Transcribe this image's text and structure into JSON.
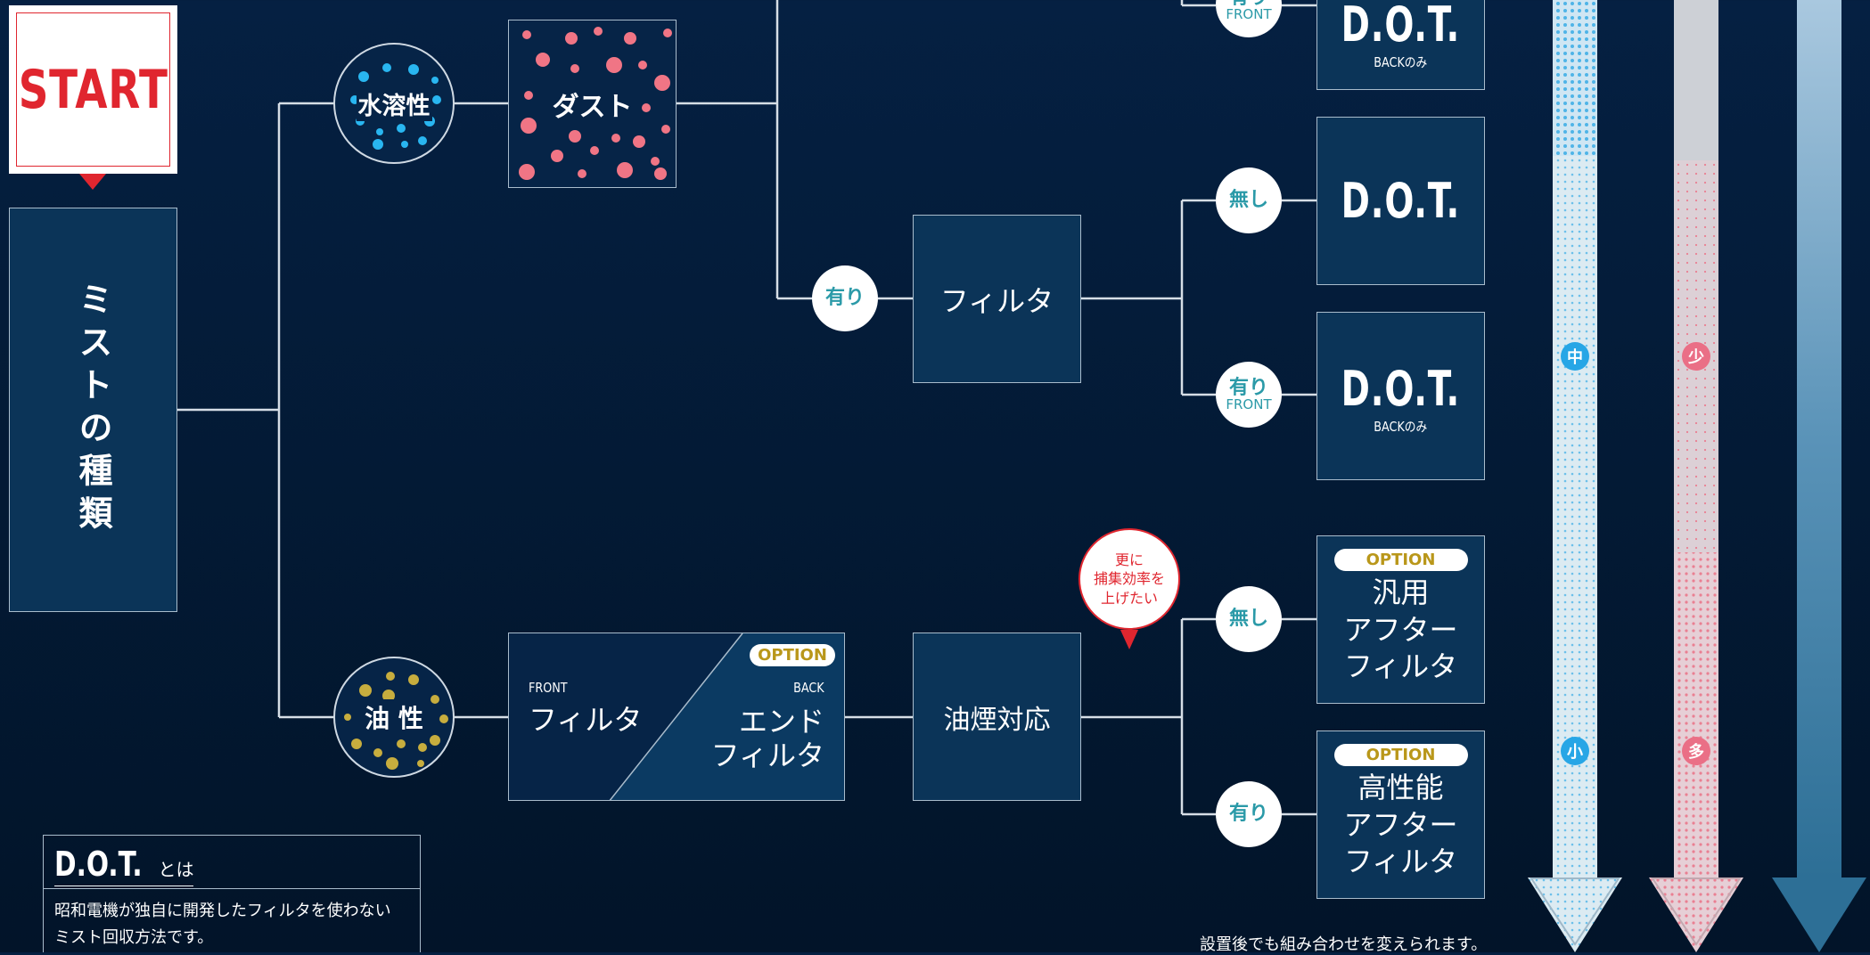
{
  "start": {
    "label": "START"
  },
  "mist_type": {
    "label": "ミストの種類"
  },
  "water": {
    "label": "水溶性"
  },
  "oil": {
    "label": "油 性"
  },
  "dust": {
    "label": "ダスト"
  },
  "nodes": {
    "top_ari_front": {
      "label": "有り",
      "sub": "FRONT"
    },
    "ari_dust": {
      "label": "有り"
    },
    "nashi_mid": {
      "label": "無し"
    },
    "ari_front_mid": {
      "label": "有り",
      "sub": "FRONT"
    },
    "nashi_low": {
      "label": "無し"
    },
    "ari_low": {
      "label": "有り"
    }
  },
  "filter_box": {
    "label": "フィルタ"
  },
  "dot_boxes": {
    "top": {
      "title": "D.O.T.",
      "sub": "BACKのみ"
    },
    "mid": {
      "title": "D.O.T."
    },
    "mid2": {
      "title": "D.O.T.",
      "sub": "BACKのみ"
    }
  },
  "oil_filter": {
    "front_tag": "FRONT",
    "front_label": "フィルタ",
    "option": "OPTION",
    "back_tag": "BACK",
    "back_label_1": "エンド",
    "back_label_2": "フィルタ"
  },
  "smoke": {
    "label": "油煙対応"
  },
  "callout": {
    "line1": "更に",
    "line2": "捕集効率を",
    "line3": "上げたい"
  },
  "after_general": {
    "option": "OPTION",
    "l1": "汎用",
    "l2": "アフター",
    "l3": "フィルタ"
  },
  "after_high": {
    "option": "OPTION",
    "l1": "高性能",
    "l2": "アフター",
    "l3": "フィルタ"
  },
  "dot_about": {
    "title": "D.O.T.",
    "suffix": "とは",
    "desc1": "昭和電機が独自に開発したフィルタを使わない",
    "desc2": "ミスト回収方法です。"
  },
  "footnote": "設置後でも組み合わせを変えられます。",
  "badges": {
    "naka": "中",
    "sho": "小",
    "sukuna": "少",
    "oo": "多"
  },
  "colors": {
    "background": "#031a35",
    "box_fill": "#0b3458",
    "line": "#cfd9e3",
    "node_text": "#2b9aa8",
    "start_red": "#e0262f",
    "option_gold": "#b9971a",
    "water_dot": "#29b6f0",
    "dust_dot": "#f07585",
    "oil_dot": "#c7ad3e"
  }
}
